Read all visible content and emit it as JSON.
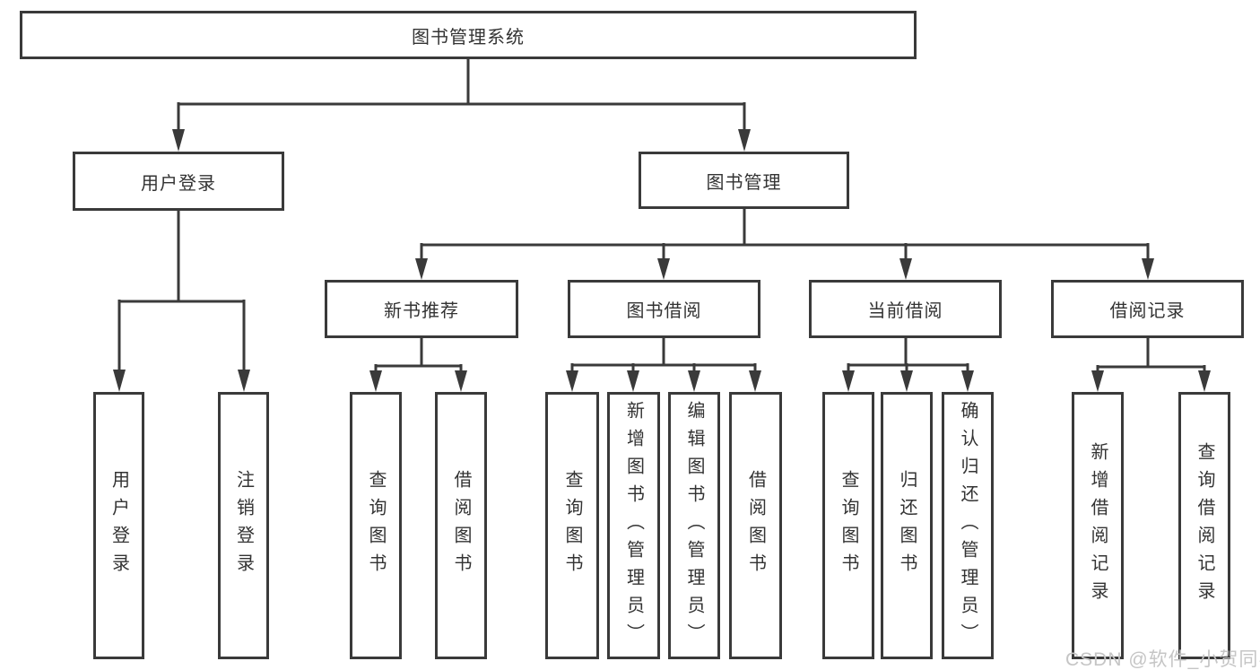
{
  "diagram": {
    "root": {
      "label": "图书管理系统"
    },
    "branches": [
      {
        "label": "用户登录",
        "children": [
          {
            "label": "用户登录"
          },
          {
            "label": "注销登录"
          }
        ]
      },
      {
        "label": "图书管理",
        "children": [
          {
            "label": "新书推荐",
            "children": [
              {
                "label": "查询图书"
              },
              {
                "label": "借阅图书"
              }
            ]
          },
          {
            "label": "图书借阅",
            "children": [
              {
                "label": "查询图书"
              },
              {
                "label": "新增图书（管理员）"
              },
              {
                "label": "编辑图书（管理员）"
              },
              {
                "label": "借阅图书"
              }
            ]
          },
          {
            "label": "当前借阅",
            "children": [
              {
                "label": "查询图书"
              },
              {
                "label": "归还图书"
              },
              {
                "label": "确认归还（管理员）"
              }
            ]
          },
          {
            "label": "借阅记录",
            "children": [
              {
                "label": "新增借阅记录"
              },
              {
                "label": "查询借阅记录"
              }
            ]
          }
        ]
      }
    ]
  },
  "watermark": {
    "text": "CSDN @软件_小贺同学"
  },
  "colors": {
    "line": "#3a3a3a",
    "text": "#333333",
    "watermark": "#c5c5c5",
    "background": "#ffffff"
  }
}
